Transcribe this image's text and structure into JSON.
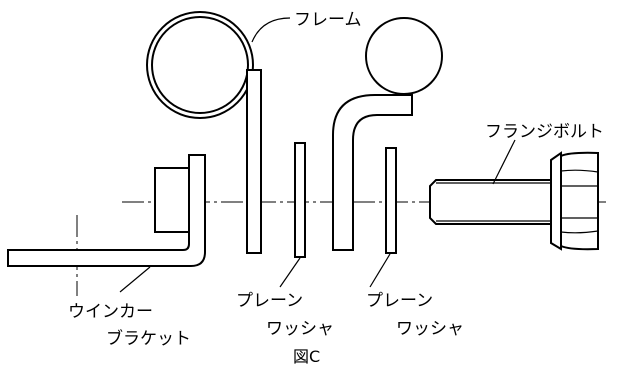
{
  "labels": {
    "frame": "フレーム",
    "flange_bolt": "フランジボルト",
    "winker_bracket_line1": "ウインカー",
    "winker_bracket_line2": "ブラケット",
    "plain_washer_left_line1": "プレーン",
    "plain_washer_left_line2": "ワッシャ",
    "plain_washer_right_line1": "プレーン",
    "plain_washer_right_line2": "ワッシャ"
  },
  "caption": "図C"
}
